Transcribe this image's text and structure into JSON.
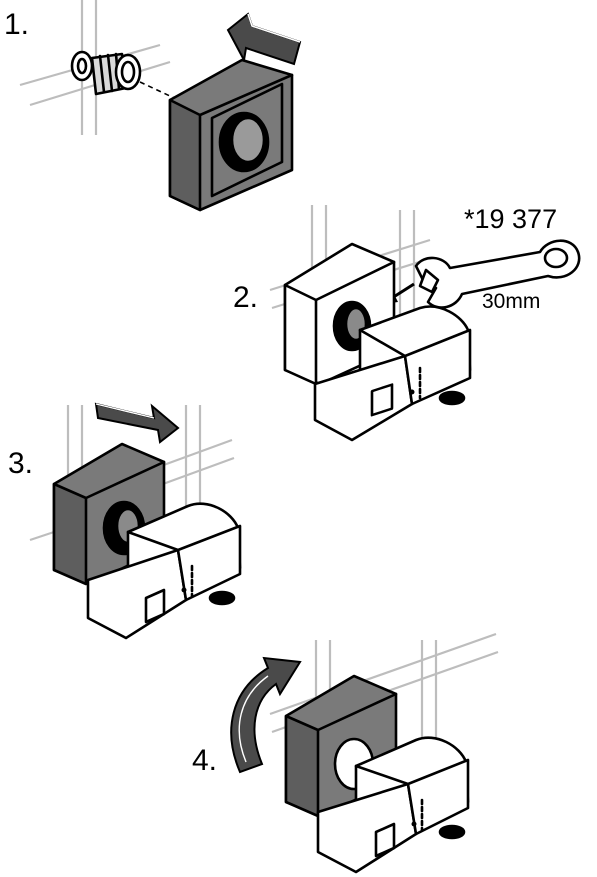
{
  "steps": {
    "s1": "1.",
    "s2": "2.",
    "s3": "3.",
    "s4": "4."
  },
  "tool": {
    "part_number": "*19 377",
    "wrench_size": "30mm"
  },
  "colors": {
    "rosette_fill": "#7a7a7a",
    "arrow_fill": "#4a4a4a",
    "tile_grout": "#bdbdbd",
    "outline": "#000000"
  }
}
